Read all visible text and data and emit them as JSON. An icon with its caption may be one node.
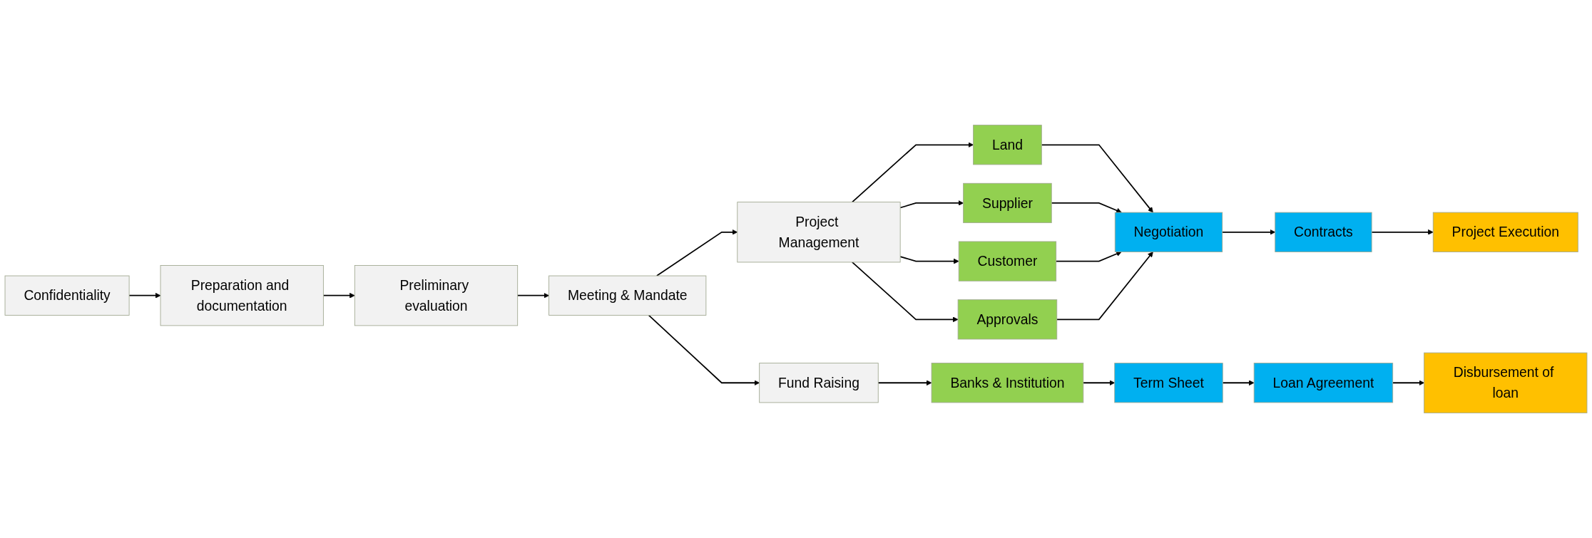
{
  "diagram": {
    "nodes": [
      {
        "text": [
          "Confidentiality"
        ]
      },
      {
        "text": [
          "Preparation and documentation"
        ]
      },
      {
        "text": [
          "Preliminary evaluation"
        ]
      },
      {
        "text": [
          "Meeting & Mandate"
        ]
      },
      {
        "text": [
          "Project Management"
        ]
      },
      {
        "text": [
          "Fund Raising"
        ]
      },
      {
        "text": [
          "Land"
        ]
      },
      {
        "text": [
          "Supplier"
        ]
      },
      {
        "text": [
          "Customer"
        ]
      },
      {
        "text": [
          "Approvals"
        ]
      },
      {
        "text": [
          "Negotiation"
        ]
      },
      {
        "text": [
          "Contracts"
        ]
      },
      {
        "text": [
          "Project Execution"
        ]
      },
      {
        "text": [
          "Banks & Institution"
        ]
      },
      {
        "text": [
          "Term Sheet"
        ]
      },
      {
        "text": [
          "Loan Agreement"
        ]
      },
      {
        "text": [
          "Disbursement of loan"
        ]
      }
    ],
    "edges": [
      {
        "from": 0,
        "to": 1,
        "arrow": "to"
      },
      {
        "from": 1,
        "to": 2,
        "arrow": "to"
      },
      {
        "from": 2,
        "to": 3,
        "arrow": "to"
      },
      {
        "from": 3,
        "to": 4,
        "arrow": "to"
      },
      {
        "from": 3,
        "to": 5,
        "arrow": "to"
      },
      {
        "from": 4,
        "to": 6,
        "arrow": "to"
      },
      {
        "from": 4,
        "to": 7,
        "arrow": "to"
      },
      {
        "from": 4,
        "to": 8,
        "arrow": "to"
      },
      {
        "from": 4,
        "to": 9,
        "arrow": "to"
      },
      {
        "from": 6,
        "to": 10,
        "arrow": "to"
      },
      {
        "from": 7,
        "to": 10,
        "arrow": "to"
      },
      {
        "from": 8,
        "to": 10,
        "arrow": "to"
      },
      {
        "from": 9,
        "to": 10,
        "arrow": "to"
      },
      {
        "from": 10,
        "to": 11,
        "arrow": "to"
      },
      {
        "from": 11,
        "to": 12,
        "arrow": "to"
      },
      {
        "from": 5,
        "to": 13,
        "arrow": "to"
      },
      {
        "from": 13,
        "to": 14,
        "arrow": "to"
      },
      {
        "from": 14,
        "to": 15,
        "arrow": "to"
      },
      {
        "from": 15,
        "to": 16,
        "arrow": "to"
      }
    ]
  }
}
